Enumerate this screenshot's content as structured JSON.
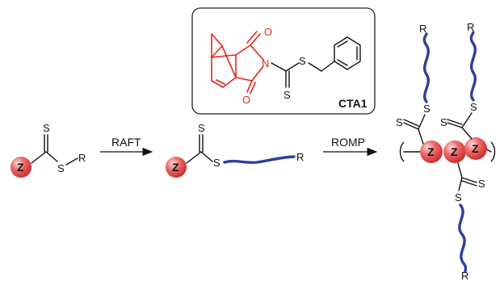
{
  "scheme": {
    "step1_label": "RAFT",
    "step2_label": "ROMP",
    "cta_label": "CTA1",
    "atoms": {
      "sulfur": "S",
      "r_group": "R",
      "z_group": "Z",
      "nitrogen": "N",
      "oxygen": "O"
    }
  },
  "colors": {
    "z_sphere": "#e85555",
    "cta_structure": "#e1261c",
    "polymer_chain": "#2f3f9a"
  }
}
